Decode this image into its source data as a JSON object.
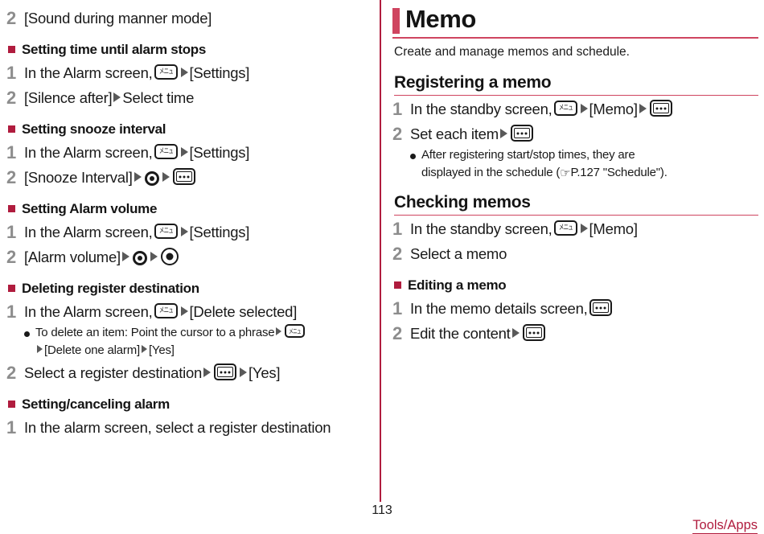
{
  "footer": {
    "page_number": "113",
    "section_tag": "Tools/Apps",
    "tag_color": "#b01c3e"
  },
  "accent_colors": {
    "rule": "#cf4560",
    "bullet": "#b01c3e",
    "step_number": "#8d8d8d",
    "text": "#1a1a1a"
  },
  "left_column": {
    "continued_step": {
      "number": "2",
      "text": "[Sound during manner mode]"
    },
    "sections": [
      {
        "heading": "Setting time until alarm stops",
        "steps": [
          {
            "number": "1",
            "pre": "In the Alarm screen,",
            "icon": "menu-key-icon",
            "post": "[Settings]"
          },
          {
            "number": "2",
            "pre": "[Silence after]",
            "post": "Select time"
          }
        ]
      },
      {
        "heading": "Setting snooze interval",
        "steps": [
          {
            "number": "1",
            "pre": "In the Alarm screen,",
            "icon": "menu-key-icon",
            "post": "[Settings]"
          },
          {
            "number": "2",
            "pre": "[Snooze Interval]",
            "icon": "nav-key-icon",
            "icon2": "select-key-icon"
          }
        ]
      },
      {
        "heading": "Setting Alarm volume",
        "steps": [
          {
            "number": "1",
            "pre": "In the Alarm screen,",
            "icon": "menu-key-icon",
            "post": "[Settings]"
          },
          {
            "number": "2",
            "pre": "[Alarm volume]",
            "icon": "nav-key-icon",
            "icon2": "center-key-icon"
          }
        ]
      },
      {
        "heading": "Deleting register destination",
        "steps": [
          {
            "number": "1",
            "pre": "In the Alarm screen,",
            "icon": "menu-key-icon",
            "post": "[Delete selected]"
          },
          {
            "number": "2",
            "pre": "Select a register destination",
            "icon": "select-key-icon",
            "post": "[Yes]"
          }
        ],
        "note": {
          "line1": "To delete an item: Point the cursor to a phrase",
          "line2_a": "[Delete one alarm]",
          "line2_b": "[Yes]"
        }
      },
      {
        "heading": "Setting/canceling alarm",
        "steps": [
          {
            "number": "1",
            "text": "In the alarm screen, select a register destination"
          }
        ]
      }
    ]
  },
  "right_column": {
    "chapter_title": "Memo",
    "chapter_description": "Create and manage memos and schedule.",
    "sections": [
      {
        "heading": "Registering a memo",
        "steps": [
          {
            "number": "1",
            "pre": "In the standby screen,",
            "icon": "menu-key-icon",
            "mid": "[Memo]",
            "icon2": "select-key-icon"
          },
          {
            "number": "2",
            "pre": "Set each item",
            "icon": "select-key-icon"
          }
        ],
        "note": {
          "line1": "After registering start/stop times, they are",
          "line2_pre": "displayed in the schedule (",
          "reference": "P.127 \"Schedule\").",
          "ref_icon": "pointing-hand-icon"
        }
      },
      {
        "heading": "Checking memos",
        "steps": [
          {
            "number": "1",
            "pre": "In the standby screen,",
            "icon": "menu-key-icon",
            "post": "[Memo]"
          },
          {
            "number": "2",
            "text": "Select a memo"
          }
        ]
      }
    ],
    "subsections": [
      {
        "heading": "Editing a memo",
        "steps": [
          {
            "number": "1",
            "pre": "In the memo details screen,",
            "icon": "select-key-icon"
          },
          {
            "number": "2",
            "pre": "Edit the content",
            "icon": "select-key-icon"
          }
        ]
      }
    ]
  }
}
